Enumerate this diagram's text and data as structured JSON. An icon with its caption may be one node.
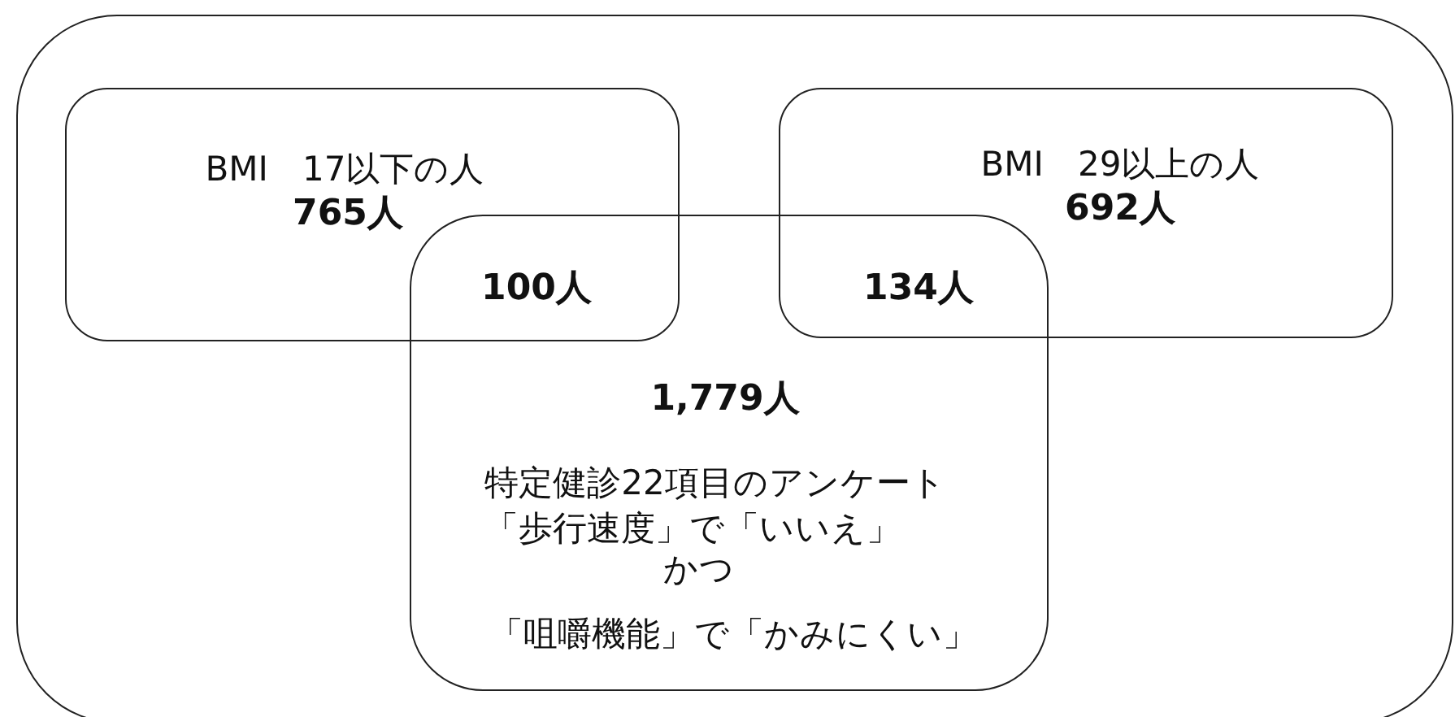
{
  "diagram": {
    "nodes": [
      {
        "text": [],
        "shape": "box"
      },
      {
        "text": [
          "BMI　17以下の人",
          "765人"
        ],
        "in": 0
      },
      {
        "text": [
          "BMI　29以上の人",
          "692人"
        ],
        "in": 0
      },
      {
        "text": [
          "1,779人",
          "特定健診22項目のアンケート",
          "「歩行速度」で「いいえ」",
          "かつ",
          "「咀嚼機能」で「かみにくい」"
        ],
        "in": 0
      }
    ],
    "labels": [
      "100人",
      "134人"
    ]
  }
}
